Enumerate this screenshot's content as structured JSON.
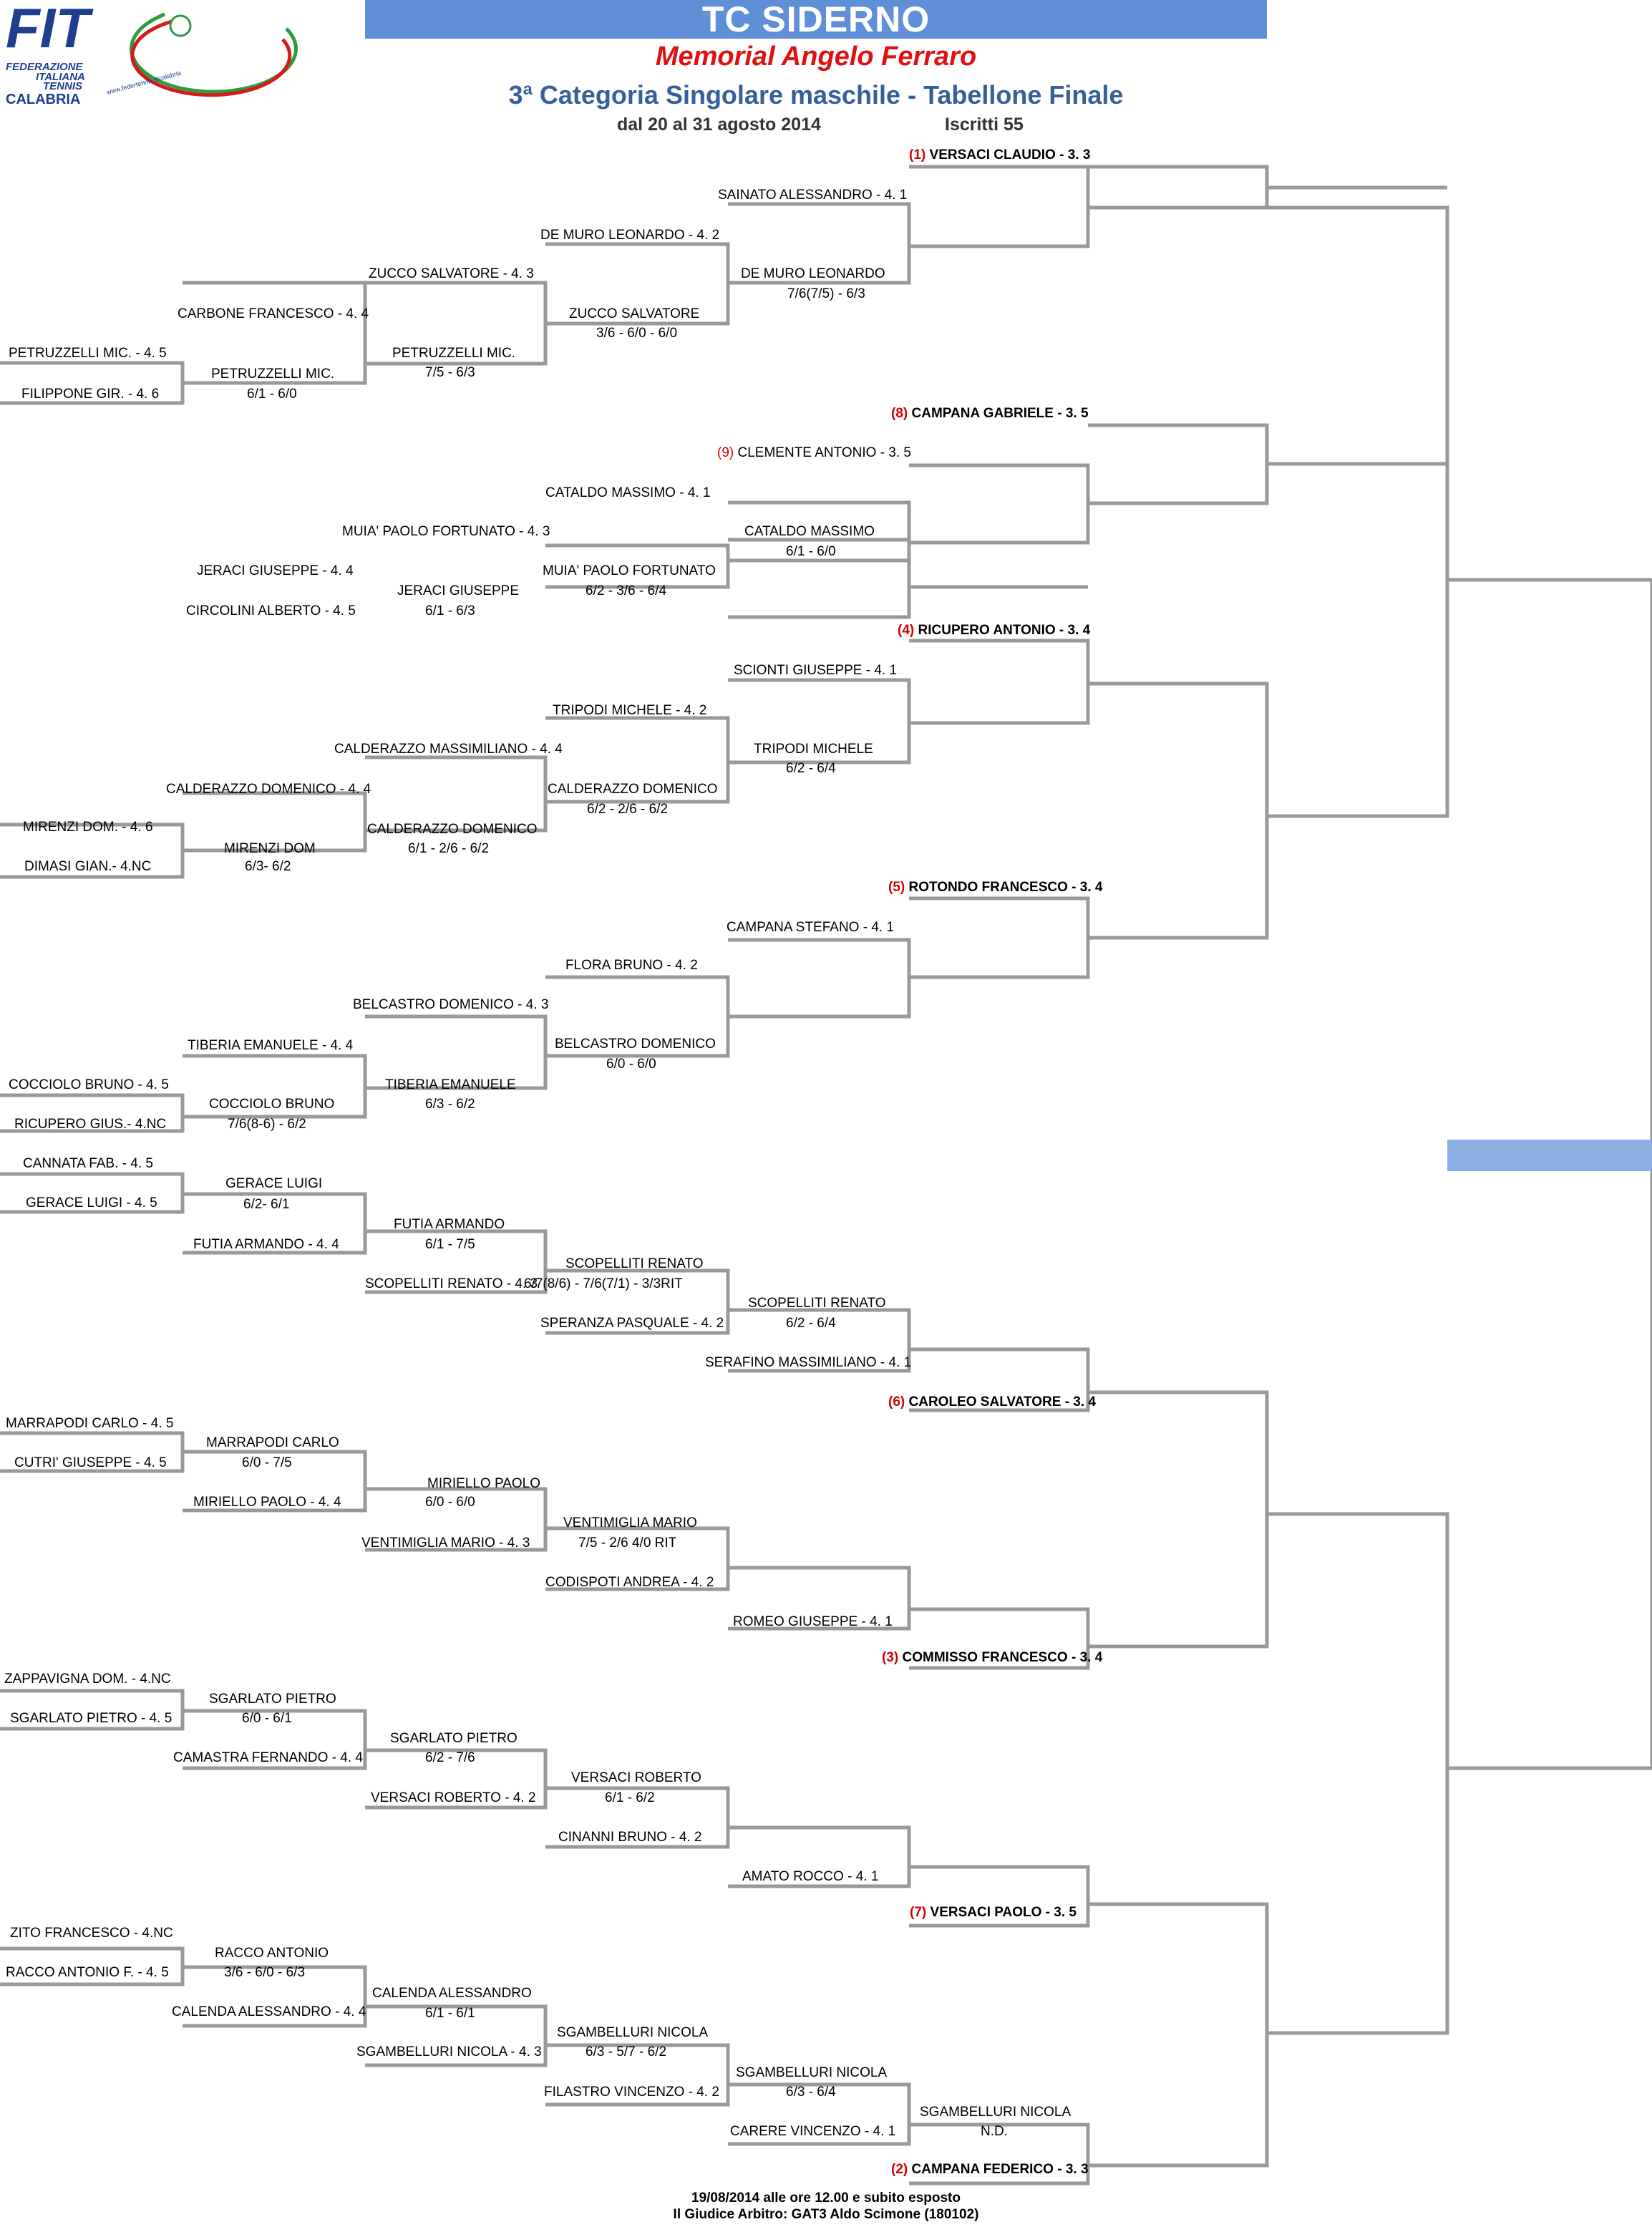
{
  "header": {
    "club": "TC SIDERNO",
    "event": "Memorial Angelo Ferraro",
    "category": "3ª Categoria Singolare maschile - Tabellone Finale",
    "dates": "dal 20 al 31 agosto 2014",
    "entries": "Iscritti 55"
  },
  "logo": {
    "letters": "FIT",
    "line1": "FEDERAZIONE",
    "line2": "ITALIANA",
    "line3": "TENNIS",
    "region": "CALABRIA",
    "site": "www.federtennis.it/calabria",
    "colors": [
      "#1e3f8f",
      "#2e9b3e",
      "#d21b1b"
    ]
  },
  "footer": {
    "line1": "19/08/2014 alle ore 12.00 e subito esposto",
    "line2": "Il Giudice Arbitro: GAT3 Aldo Scimone (180102)"
  },
  "colors": {
    "banner": "#5f8fd6",
    "lines": "#999999",
    "seed": "#d00000",
    "title_red": "#e01010",
    "title_blue": "#355f9a"
  },
  "labels": [
    {
      "t": "VERSACI CLAUDIO - 3. 3",
      "seed": "(1)",
      "b": 1
    },
    {
      "t": "SAINATO ALESSANDRO - 4. 1"
    },
    {
      "t": "DE MURO LEONARDO - 4. 2"
    },
    {
      "t": "DE MURO LEONARDO"
    },
    {
      "t": "7/6(7/5) - 6/3"
    },
    {
      "t": "ZUCCO SALVATORE - 4. 3"
    },
    {
      "t": "CARBONE FRANCESCO - 4. 4"
    },
    {
      "t": "ZUCCO SALVATORE"
    },
    {
      "t": "3/6 - 6/0 - 6/0"
    },
    {
      "t": "PETRUZZELLI MIC. - 4. 5"
    },
    {
      "t": "PETRUZZELLI MIC."
    },
    {
      "t": "PETRUZZELLI MIC."
    },
    {
      "t": "7/5 - 6/3"
    },
    {
      "t": "FILIPPONE GIR. - 4. 6"
    },
    {
      "t": "6/1 - 6/0"
    },
    {
      "t": "CAMPANA GABRIELE - 3. 5",
      "seed": "(8)",
      "b": 1
    },
    {
      "t": "CLEMENTE ANTONIO - 3. 5",
      "seed": "(9)"
    },
    {
      "t": "CATALDO MASSIMO - 4. 1"
    },
    {
      "t": "MUIA' PAOLO FORTUNATO - 4. 3"
    },
    {
      "t": "CATALDO MASSIMO"
    },
    {
      "t": "6/1 - 6/0"
    },
    {
      "t": "JERACI GIUSEPPE - 4. 4"
    },
    {
      "t": "MUIA' PAOLO FORTUNATO"
    },
    {
      "t": "JERACI GIUSEPPE"
    },
    {
      "t": "6/2 - 3/6 - 6/4"
    },
    {
      "t": "CIRCOLINI ALBERTO - 4. 5"
    },
    {
      "t": "6/1 - 6/3"
    },
    {
      "t": "RICUPERO ANTONIO - 3. 4",
      "seed": "(4)",
      "b": 1
    },
    {
      "t": "SCIONTI GIUSEPPE - 4. 1"
    },
    {
      "t": "TRIPODI MICHELE - 4. 2"
    },
    {
      "t": "CALDERAZZO MASSIMILIANO - 4. 4"
    },
    {
      "t": "TRIPODI MICHELE"
    },
    {
      "t": "6/2 - 6/4"
    },
    {
      "t": "CALDERAZZO DOMENICO - 4. 4"
    },
    {
      "t": "CALDERAZZO DOMENICO"
    },
    {
      "t": "6/2 - 2/6 - 6/2"
    },
    {
      "t": "MIRENZI DOM. - 4. 6"
    },
    {
      "t": "CALDERAZZO DOMENICO"
    },
    {
      "t": "MIRENZI DOM"
    },
    {
      "t": "6/1 - 2/6 - 6/2"
    },
    {
      "t": "DIMASI GIAN.- 4.NC"
    },
    {
      "t": "6/3-  6/2"
    },
    {
      "t": "ROTONDO FRANCESCO - 3. 4",
      "seed": "(5)",
      "b": 1
    },
    {
      "t": "CAMPANA STEFANO - 4. 1"
    },
    {
      "t": "FLORA BRUNO - 4. 2"
    },
    {
      "t": "BELCASTRO DOMENICO - 4. 3"
    },
    {
      "t": "TIBERIA EMANUELE - 4. 4"
    },
    {
      "t": "BELCASTRO DOMENICO"
    },
    {
      "t": "6/0 - 6/0"
    },
    {
      "t": "COCCIOLO BRUNO - 4. 5"
    },
    {
      "t": "TIBERIA EMANUELE"
    },
    {
      "t": "COCCIOLO BRUNO"
    },
    {
      "t": "6/3 - 6/2"
    },
    {
      "t": "RICUPERO GIUS.- 4.NC"
    },
    {
      "t": "7/6(8-6) - 6/2"
    },
    {
      "t": "CANNATA FAB. - 4. 5"
    },
    {
      "t": "GERACE LUIGI"
    },
    {
      "t": "GERACE LUIGI - 4. 5"
    },
    {
      "t": "6/2-  6/1"
    },
    {
      "t": "FUTIA ARMANDO"
    },
    {
      "t": "FUTIA ARMANDO - 4. 4"
    },
    {
      "t": "6/1 - 7/5"
    },
    {
      "t": "SCOPELLITI RENATO"
    },
    {
      "t": "SCOPELLITI RENATO - 4. 3"
    },
    {
      "t": "6/7(8/6) - 7/6(7/1) - 3/3RIT"
    },
    {
      "t": "SCOPELLITI RENATO"
    },
    {
      "t": "SPERANZA PASQUALE - 4. 2"
    },
    {
      "t": "6/2 - 6/4"
    },
    {
      "t": "SERAFINO MASSIMILIANO - 4. 1"
    },
    {
      "t": "CAROLEO SALVATORE - 3. 4",
      "seed": "(6)",
      "b": 1
    },
    {
      "t": "MARRAPODI CARLO - 4. 5"
    },
    {
      "t": "MARRAPODI CARLO"
    },
    {
      "t": "CUTRI' GIUSEPPE - 4. 5"
    },
    {
      "t": "6/0 - 7/5"
    },
    {
      "t": "MIRIELLO PAOLO"
    },
    {
      "t": "MIRIELLO PAOLO - 4. 4"
    },
    {
      "t": "6/0 - 6/0"
    },
    {
      "t": "VENTIMIGLIA MARIO"
    },
    {
      "t": "VENTIMIGLIA MARIO - 4. 3"
    },
    {
      "t": "7/5 - 2/6 4/0 RIT"
    },
    {
      "t": "CODISPOTI ANDREA - 4. 2"
    },
    {
      "t": "ROMEO GIUSEPPE - 4. 1"
    },
    {
      "t": "COMMISSO FRANCESCO - 3. 4",
      "seed": "(3)",
      "b": 1
    },
    {
      "t": "ZAPPAVIGNA DOM. - 4.NC"
    },
    {
      "t": "SGARLATO PIETRO"
    },
    {
      "t": "SGARLATO PIETRO - 4. 5"
    },
    {
      "t": "6/0 - 6/1"
    },
    {
      "t": "SGARLATO PIETRO"
    },
    {
      "t": "CAMASTRA FERNANDO - 4. 4"
    },
    {
      "t": "6/2 - 7/6"
    },
    {
      "t": "VERSACI ROBERTO"
    },
    {
      "t": "VERSACI ROBERTO - 4. 2"
    },
    {
      "t": "6/1 - 6/2"
    },
    {
      "t": "CINANNI BRUNO - 4. 2"
    },
    {
      "t": "AMATO ROCCO - 4. 1"
    },
    {
      "t": "VERSACI PAOLO - 3. 5",
      "seed": "(7)",
      "b": 1
    },
    {
      "t": "ZITO FRANCESCO - 4.NC"
    },
    {
      "t": "RACCO ANTONIO"
    },
    {
      "t": "RACCO ANTONIO F. - 4. 5"
    },
    {
      "t": "3/6 - 6/0 - 6/3"
    },
    {
      "t": "CALENDA ALESSANDRO"
    },
    {
      "t": "CALENDA ALESSANDRO - 4. 4"
    },
    {
      "t": "6/1 - 6/1"
    },
    {
      "t": "SGAMBELLURI NICOLA"
    },
    {
      "t": "SGAMBELLURI NICOLA - 4. 3"
    },
    {
      "t": "6/3 - 5/7 - 6/2"
    },
    {
      "t": "SGAMBELLURI NICOLA"
    },
    {
      "t": "FILASTRO VINCENZO - 4. 2"
    },
    {
      "t": "6/3 - 6/4"
    },
    {
      "t": "SGAMBELLURI NICOLA"
    },
    {
      "t": "CARERE VINCENZO - 4. 1"
    },
    {
      "t": "N.D."
    },
    {
      "t": "CAMPANA FEDERICO - 3. 3",
      "seed": "(2)",
      "b": 1
    }
  ]
}
